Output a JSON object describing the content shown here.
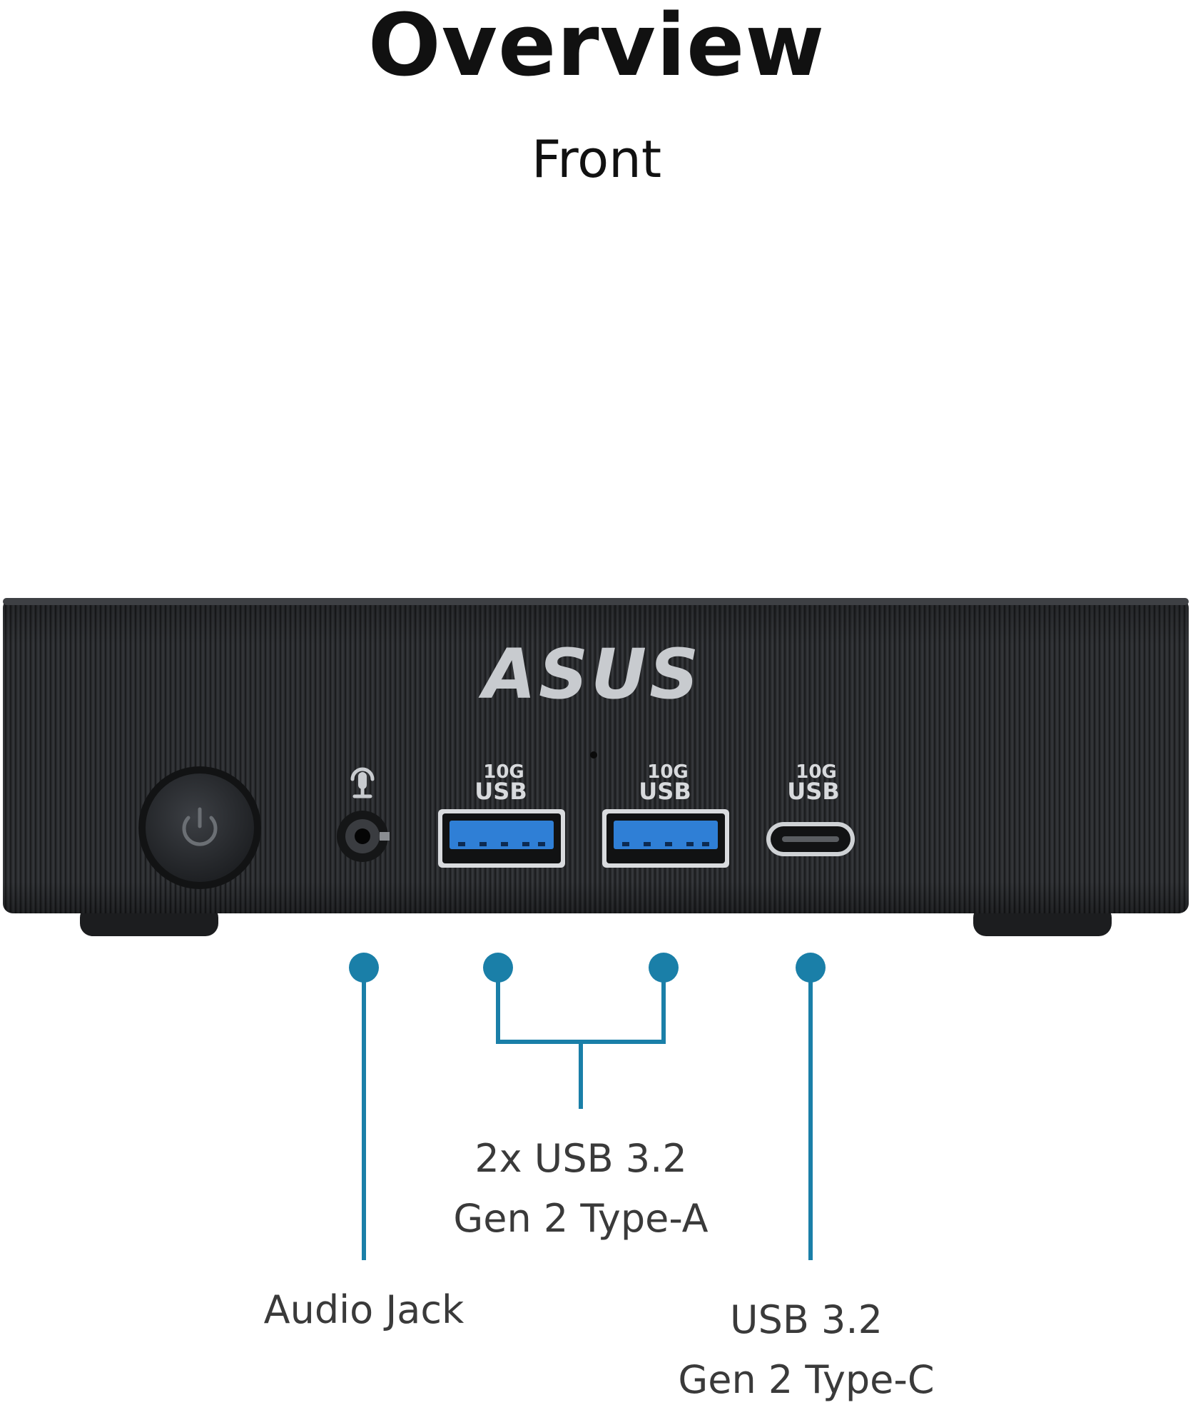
{
  "heading": {
    "title": "Overview",
    "subtitle": "Front"
  },
  "device": {
    "brand": "ASUS",
    "port_badges": [
      {
        "line1": "10G",
        "line2": "USB"
      },
      {
        "line1": "10G",
        "line2": "USB"
      },
      {
        "line1": "10G",
        "line2": "USB"
      }
    ]
  },
  "callouts": {
    "usb_type_a": {
      "line1": "2x USB 3.2",
      "line2": "Gen 2 Type-A"
    },
    "audio_jack": {
      "line1": "Audio Jack"
    },
    "usb_type_c": {
      "line1": "USB 3.2",
      "line2": "Gen 2 Type-C"
    }
  },
  "colors": {
    "callout_line": "#1a7fa8",
    "device_body": "#2b2d30",
    "usb_blue": "#2f7fd6"
  }
}
